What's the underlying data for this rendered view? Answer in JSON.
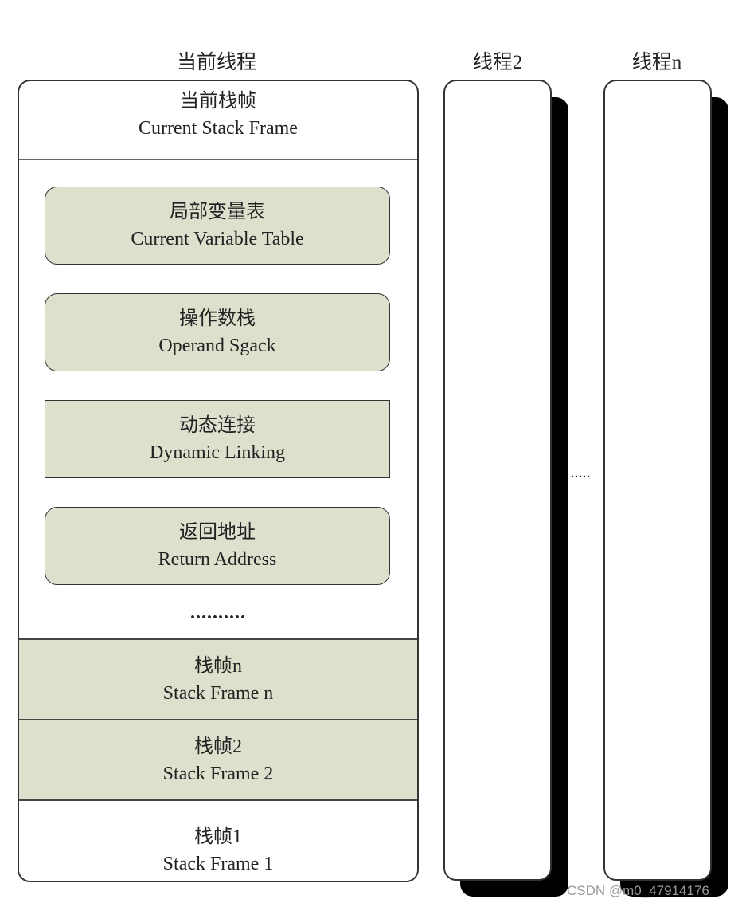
{
  "threads": {
    "current": {
      "title": "当前线程"
    },
    "thread2": {
      "title": "线程2"
    },
    "threadn": {
      "title": "线程n"
    },
    "ellipsis": "....."
  },
  "current_frame": {
    "zh": "当前栈帧",
    "en": "Current Stack Frame"
  },
  "components": [
    {
      "zh": "局部变量表",
      "en": "Current Variable Table"
    },
    {
      "zh": "操作数栈",
      "en": "Operand Sgack"
    },
    {
      "zh": "动态连接",
      "en": "Dynamic Linking"
    },
    {
      "zh": "返回地址",
      "en": "Return Address"
    }
  ],
  "components_ellipsis": "..........",
  "frames": [
    {
      "zh": "栈帧n",
      "en": "Stack Frame n"
    },
    {
      "zh": "栈帧2",
      "en": "Stack Frame 2"
    },
    {
      "zh": "栈帧1",
      "en": "Stack Frame 1"
    }
  ],
  "colors": {
    "fill": "#dde0cc"
  },
  "watermark": "CSDN @m0_47914176"
}
